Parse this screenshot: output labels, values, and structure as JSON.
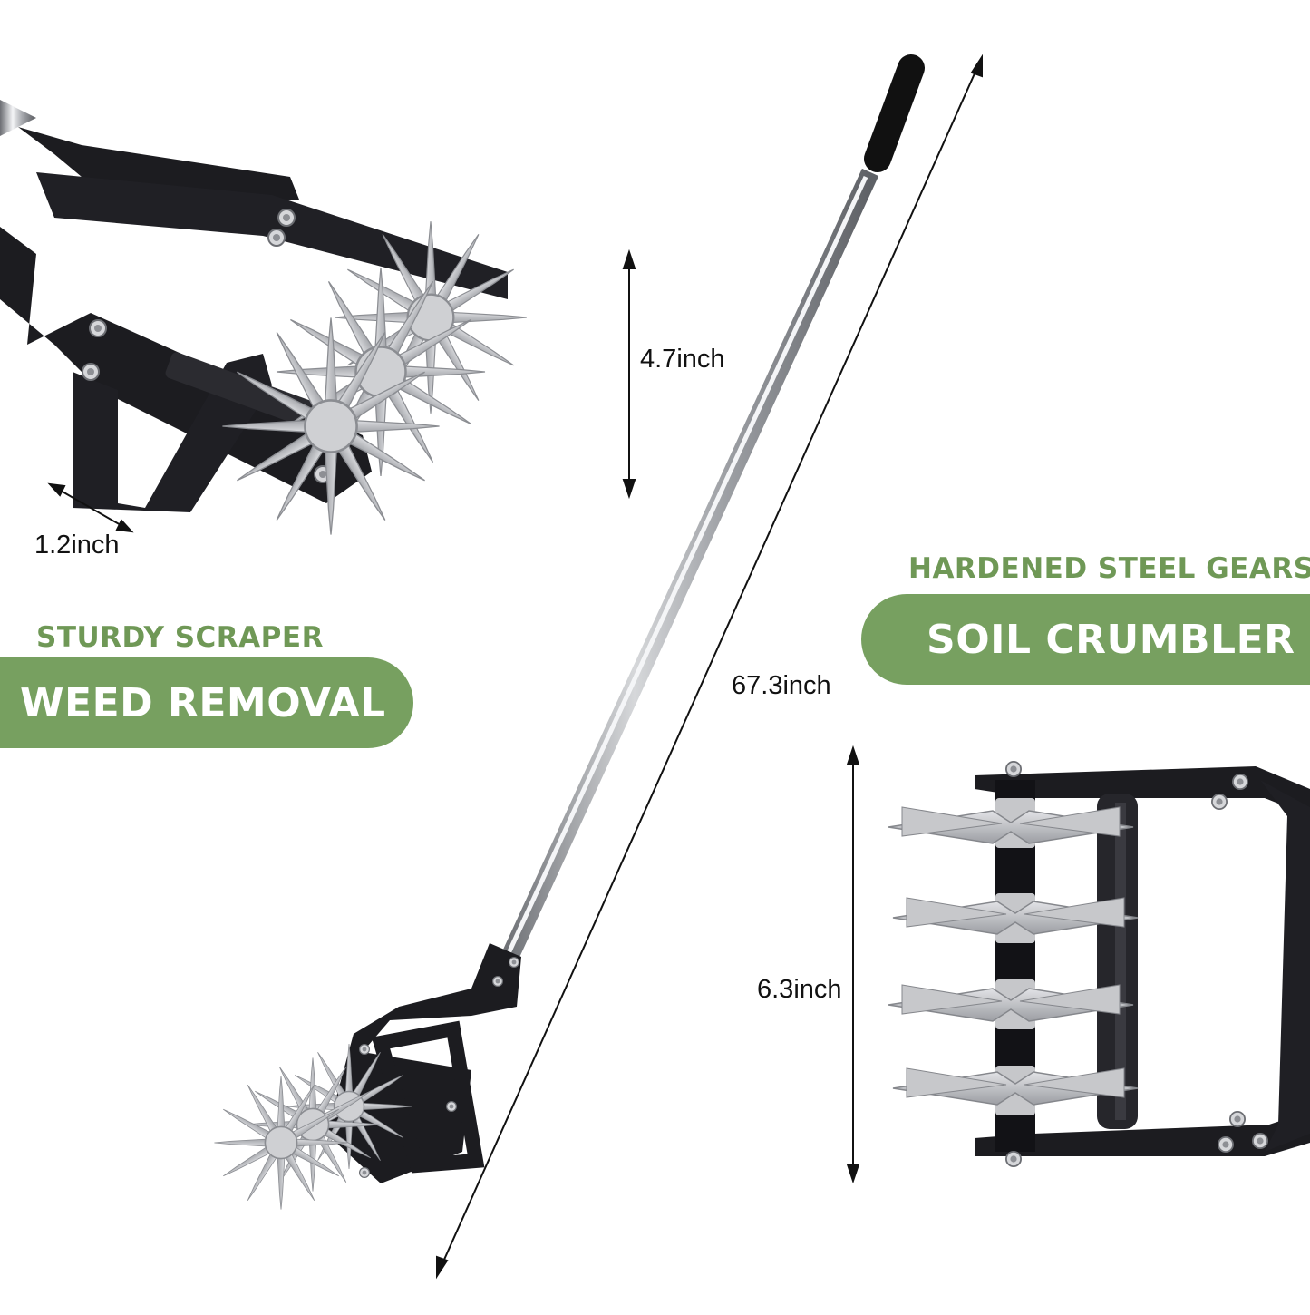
{
  "dimensions": {
    "head_height": "4.7inch",
    "tine_width": "1.2inch",
    "total_length": "67.3inch",
    "gear_span": "6.3inch"
  },
  "features": {
    "left": {
      "subtitle": "STURDY SCRAPER",
      "title": "WEED REMOVAL"
    },
    "right": {
      "subtitle": "HARDENED STEEL GEARS",
      "title": "SOIL CRUMBLER"
    }
  },
  "colors": {
    "accent_green": "#77a060",
    "subtitle_green": "#6f9856",
    "frame_black": "#1c1c20",
    "steel_silver": "#c8c9cc"
  },
  "icons": [
    "double-arrow-icon"
  ]
}
